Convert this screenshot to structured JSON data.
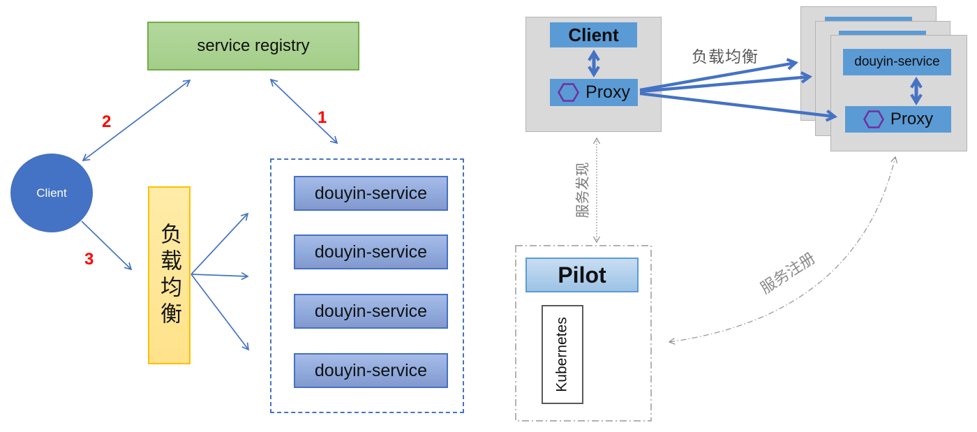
{
  "colors": {
    "accent_blue": "#4472C4",
    "box_blue": "#5B9BD5",
    "douyin_fill": "#8FAADC",
    "registry_fill": "#A9D18E",
    "registry_border": "#70AD47",
    "load_balancer_fill": "#FFE699",
    "load_balancer_border": "#FFC000",
    "card_gray": "#D9D9D9",
    "hexagon_purple": "#7030A0",
    "gray_label": "#595959",
    "gray_line": "#808080",
    "step_red": "#FF0000"
  },
  "left": {
    "registry_label": "service registry",
    "client_label": "Client",
    "load_balancer_label": "负载均衡",
    "steps": {
      "one": "1",
      "two": "2",
      "three": "3"
    },
    "services": [
      "douyin-service",
      "douyin-service",
      "douyin-service",
      "douyin-service"
    ]
  },
  "right": {
    "client_label": "Client",
    "proxy_label": "Proxy",
    "lb_arrow_label": "负载均衡",
    "service_discovery_label": "服务发现",
    "service_registration_label": "服务注册",
    "front_card": {
      "service_label": "douyin-service",
      "proxy_label": "Proxy"
    },
    "pilot_label": "Pilot",
    "kubernetes_label": "Kubernetes"
  }
}
